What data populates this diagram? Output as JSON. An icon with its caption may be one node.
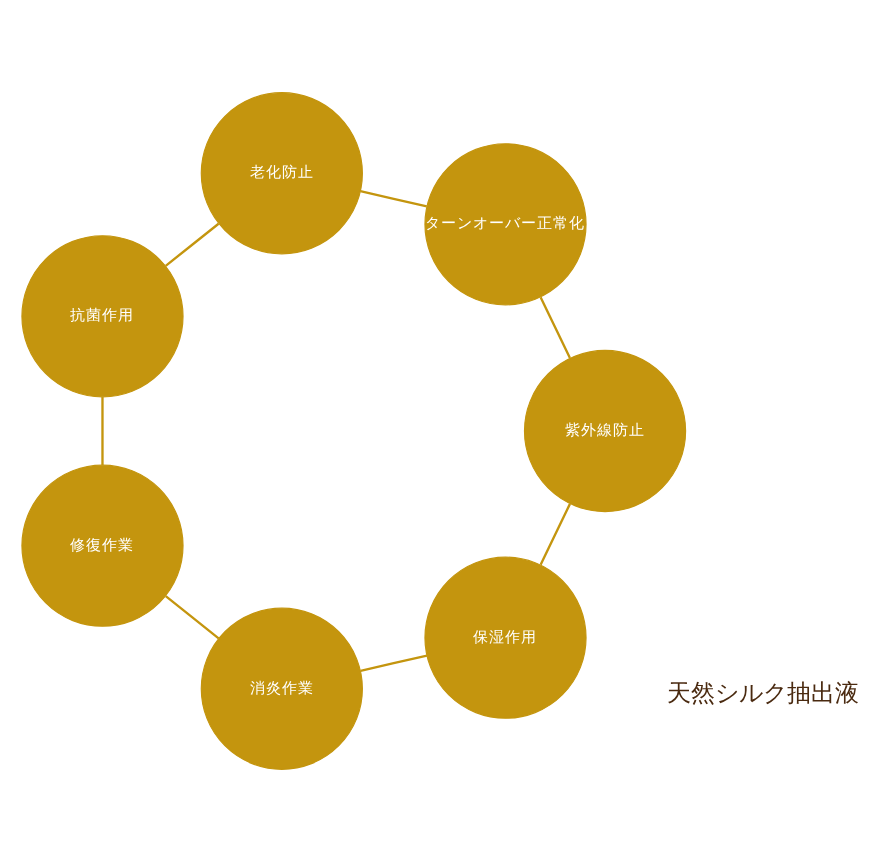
{
  "diagram": {
    "nodes": [
      {
        "text": [
          "保湿作用"
        ]
      },
      {
        "text": [
          "紫外線防止"
        ]
      },
      {
        "text": [
          "消炎作業"
        ]
      },
      {
        "text": [
          "ターンオーバー正常化"
        ]
      },
      {
        "text": [
          "修復作業"
        ]
      },
      {
        "text": [
          "老化防止"
        ]
      },
      {
        "text": [
          "抗菌作用"
        ]
      }
    ],
    "edges": [
      {
        "from": 0,
        "to": 2,
        "arrow": "none"
      },
      {
        "from": 2,
        "to": 4,
        "arrow": "none"
      },
      {
        "from": 4,
        "to": 6,
        "arrow": "none"
      },
      {
        "from": 6,
        "to": 5,
        "arrow": "none"
      },
      {
        "from": 5,
        "to": 3,
        "arrow": "none"
      },
      {
        "from": 3,
        "to": 1,
        "arrow": "none"
      },
      {
        "from": 1,
        "to": 0,
        "arrow": "none"
      }
    ],
    "labels": [
      "天然シルク抽出液"
    ]
  }
}
